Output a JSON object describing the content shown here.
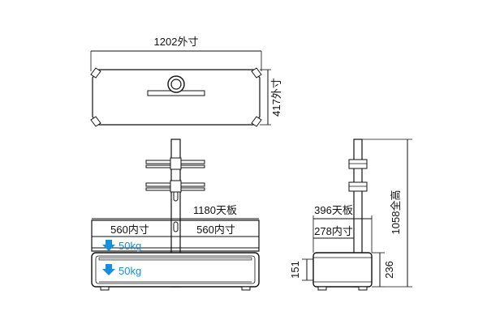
{
  "top_view": {
    "outer_width_label": "1202外寸",
    "outer_depth_label": "417外寸"
  },
  "front_view": {
    "top_board_width_label": "1180天板",
    "inner_left_label": "560内寸",
    "inner_right_label": "560内寸",
    "upper_load_label": "50kg",
    "lower_load_label": "50kg"
  },
  "side_view": {
    "top_board_depth_label": "396天板",
    "inner_depth_label": "278内寸",
    "total_height_label": "1058全高",
    "shelf_height_label": "151",
    "body_height_label": "236"
  },
  "colors": {
    "line": "#111111",
    "arrow": "#1a8fd6",
    "glass": "#d9d9d9"
  }
}
